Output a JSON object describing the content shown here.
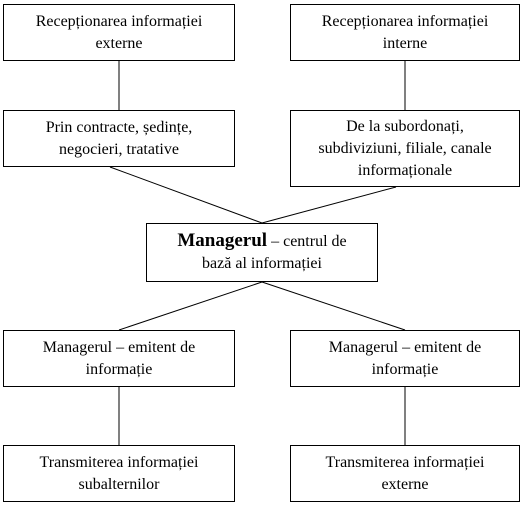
{
  "boxes": {
    "receptionare_externe": {
      "line1": "Recepționarea informației",
      "line2": "externe"
    },
    "receptionare_interne": {
      "line1": "Recepționarea informației",
      "line2": "interne"
    },
    "contracte": {
      "line1": "Prin contracte, ședințe,",
      "line2": "negocieri, tratative"
    },
    "subordonati": {
      "line1": "De la subordonați,",
      "line2": "subdiviziuni, filiale, canale",
      "line3": "informaționale"
    },
    "manager": {
      "bold": "Managerul",
      "rest1": " – centrul de",
      "line2": "bază al informației"
    },
    "emitent_stanga": {
      "line1": "Managerul – emitent de",
      "line2": "informație"
    },
    "emitent_dreapta": {
      "line1": "Managerul – emitent de",
      "line2": "informație"
    },
    "transmitere_subalterni": {
      "line1": "Transmiterea informației",
      "line2": "subalternilor"
    },
    "transmitere_externe": {
      "line1": "Transmiterea informației",
      "line2": "externe"
    }
  },
  "colors": {
    "line": "#000000",
    "border": "#000000",
    "text": "#000000",
    "background": "#ffffff"
  }
}
